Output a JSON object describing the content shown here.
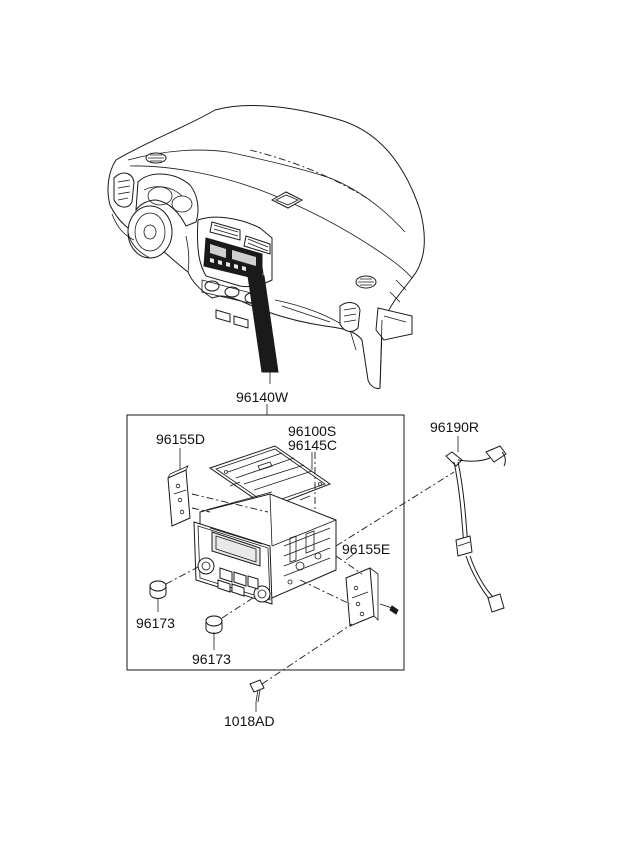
{
  "diagram": {
    "title": "Audio system parts diagram",
    "callouts": {
      "assembly": "96140W",
      "bracket_left": "96155D",
      "head_unit": "96100S",
      "head_unit_alt": "96145C",
      "harness": "96190R",
      "bracket_right": "96155E",
      "knob_upper": "96173",
      "knob_lower": "96173",
      "screw": "1018AD"
    }
  }
}
